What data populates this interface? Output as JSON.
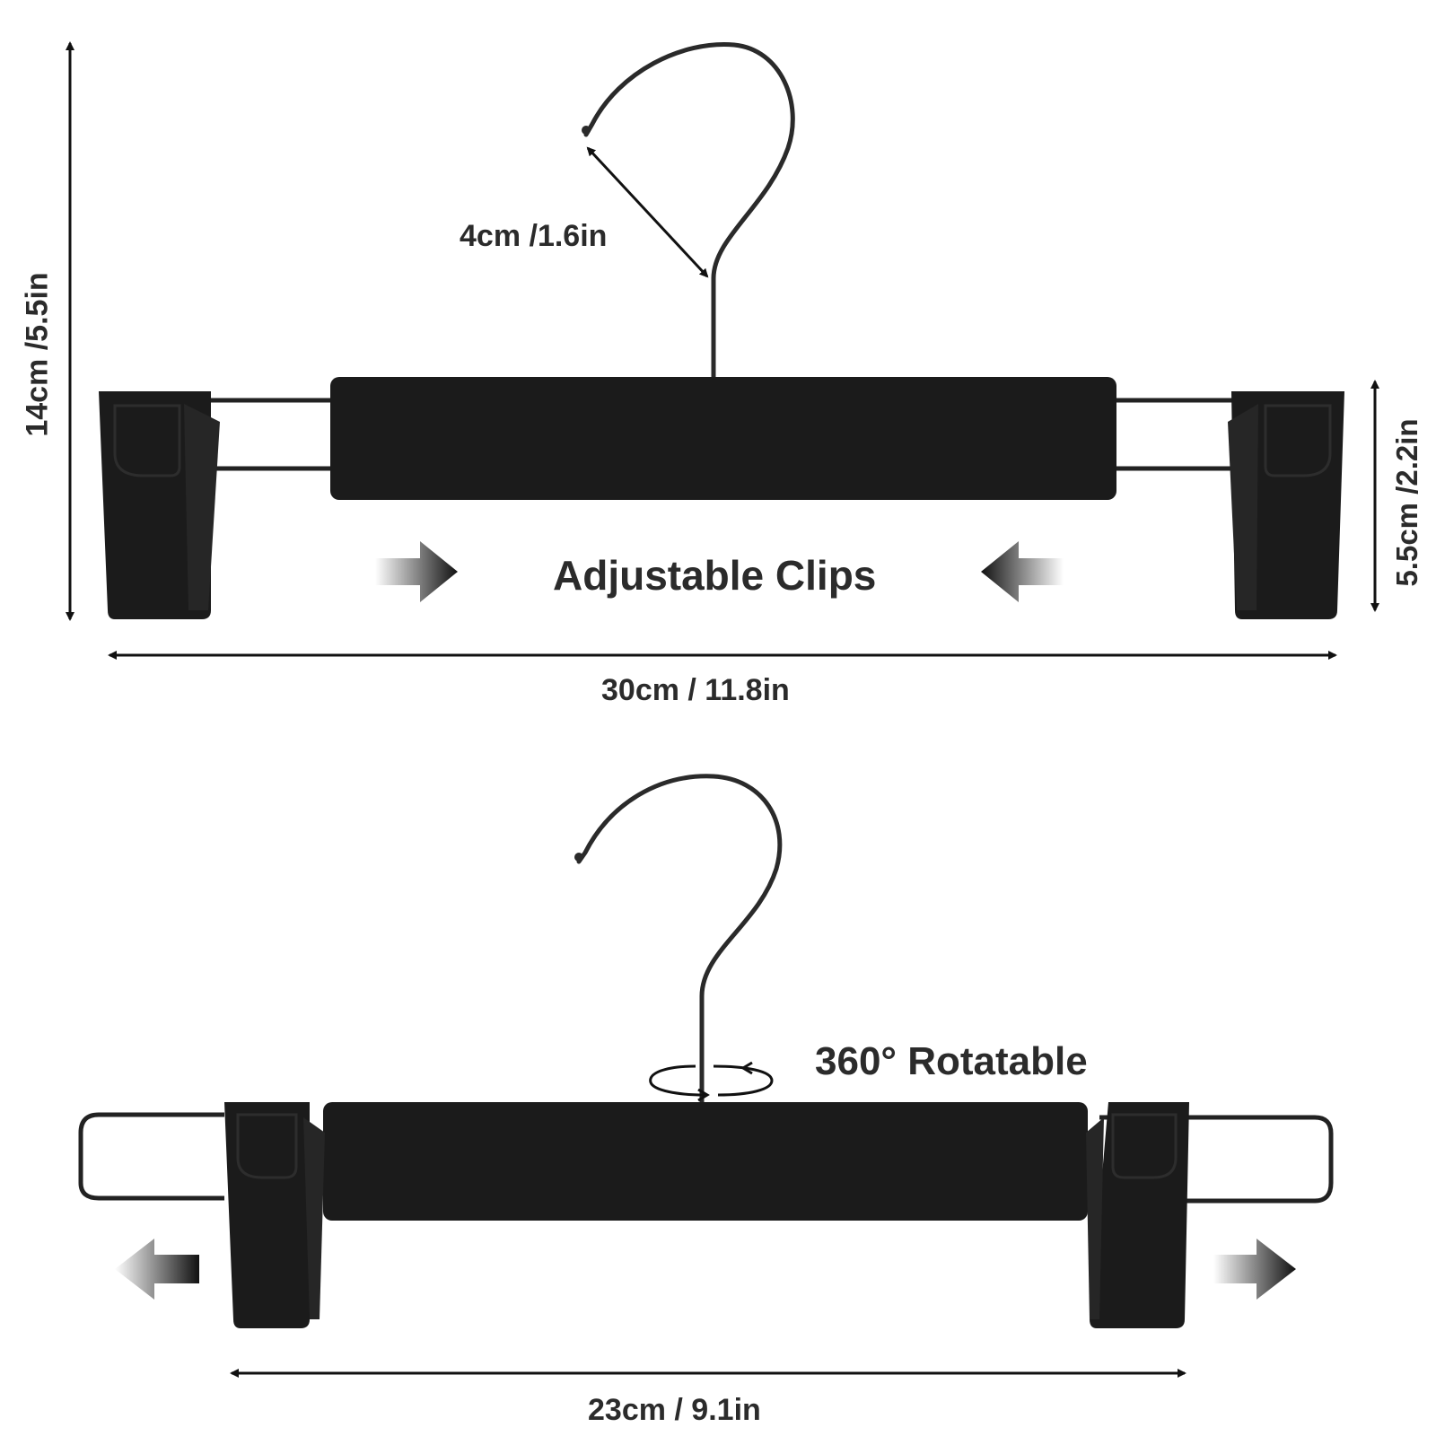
{
  "top_hanger": {
    "height_dim": "14cm /5.5in",
    "hook_dim": "4cm /1.6in",
    "clip_dim": "5.5cm /2.2in",
    "width_dim": "30cm / 11.8in",
    "feature_label": "Adjustable Clips"
  },
  "bottom_hanger": {
    "feature_label": "360° Rotatable",
    "width_dim": "23cm / 9.1in"
  },
  "colors": {
    "background": "#ffffff",
    "hanger": "#1b1b1b",
    "text": "#2b2b2b",
    "dimension_line": "#111111"
  },
  "icons": [
    "arrow-right-gradient-icon",
    "arrow-left-gradient-icon",
    "rotation-icon"
  ]
}
